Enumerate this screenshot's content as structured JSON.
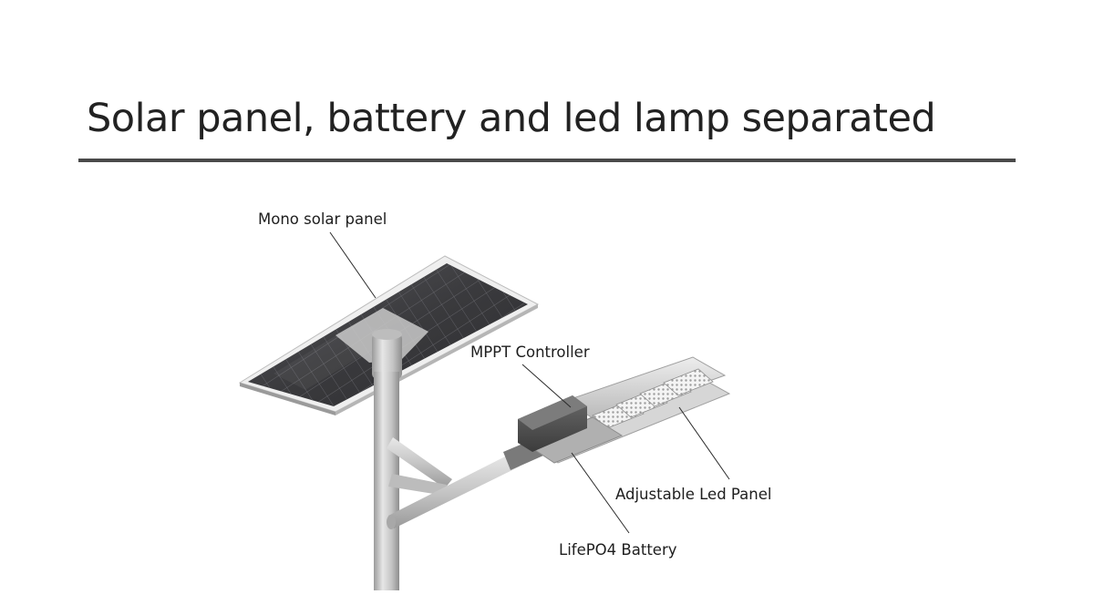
{
  "slide": {
    "title": "Solar panel, battery and led lamp separated"
  },
  "callouts": {
    "solar_panel": "Mono solar panel",
    "mppt_controller": "MPPT Controller",
    "led_panel": "Adjustable Led Panel",
    "battery": "LifePO4 Battery"
  },
  "colors": {
    "text": "#222222",
    "rule": "#4a4a4a",
    "panel_cells": "#3c3c3e",
    "pole": "#c8c8c8"
  }
}
